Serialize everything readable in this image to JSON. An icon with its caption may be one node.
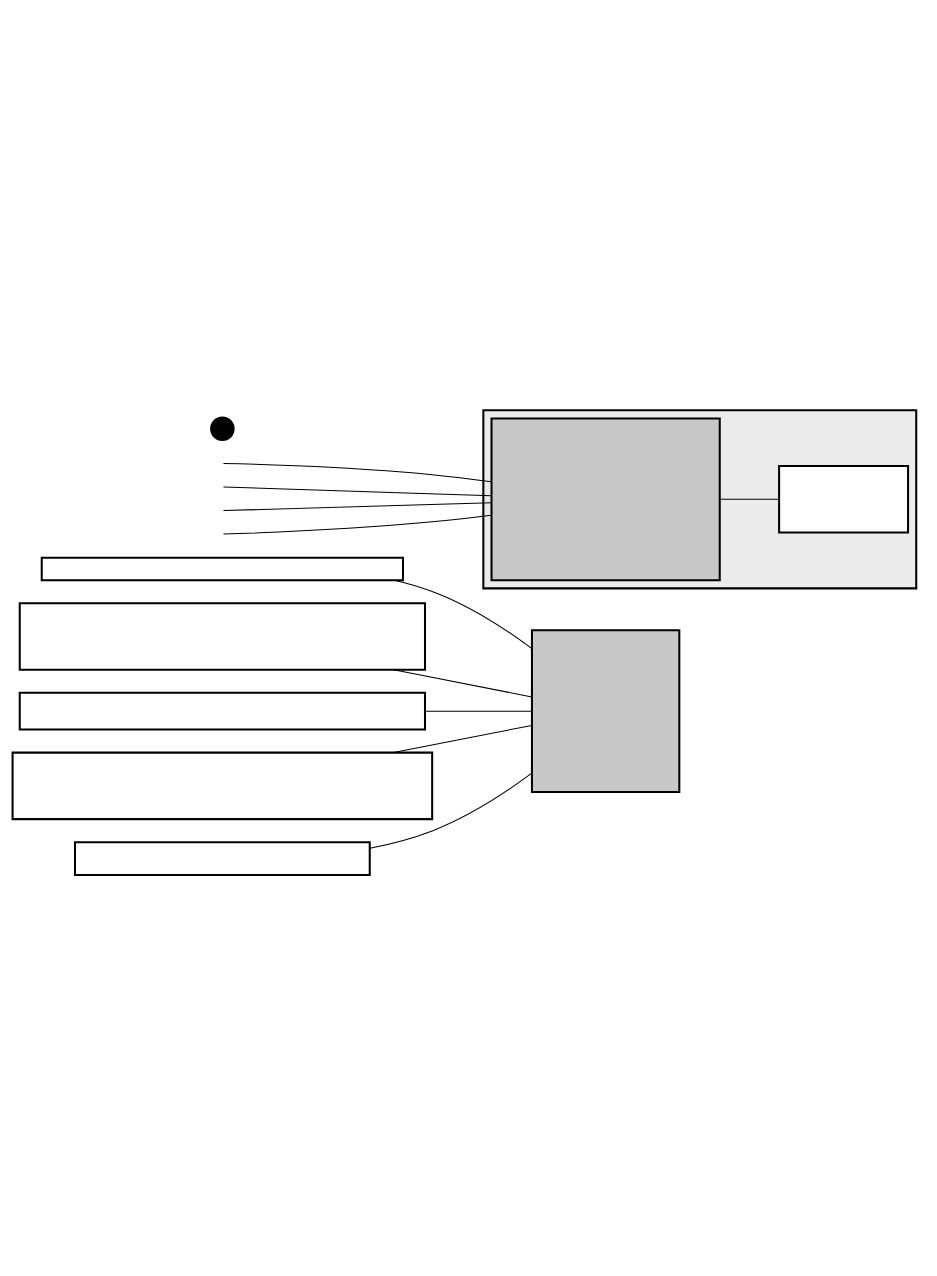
{
  "diagram": {
    "nodes": [
      {
        "text": [],
        "shape": "box"
      },
      {
        "text": [],
        "shape": "box"
      },
      {
        "text": [],
        "shape": "box"
      },
      {
        "text": [],
        "shape": "box"
      },
      {
        "text": [],
        "shape": "box"
      },
      {
        "text": [],
        "shape": "box"
      },
      {
        "text": [],
        "shape": "box"
      },
      {
        "text": [],
        "shape": "box",
        "in": 6
      },
      {
        "text": [],
        "shape": "box",
        "in": 6
      },
      {
        "text": [],
        "shape": "circle"
      }
    ],
    "edges": [
      {
        "from": 1,
        "to": 0,
        "arrow": "none"
      },
      {
        "from": 2,
        "to": 0,
        "arrow": "none"
      },
      {
        "from": 3,
        "to": 0,
        "arrow": "none"
      },
      {
        "from": 4,
        "to": 0,
        "arrow": "none"
      },
      {
        "from": 5,
        "to": 0,
        "arrow": "none"
      },
      {
        "from": null,
        "to": 7,
        "arrow": "none"
      },
      {
        "from": null,
        "to": 7,
        "arrow": "none"
      },
      {
        "from": null,
        "to": 7,
        "arrow": "none"
      },
      {
        "from": 7,
        "to": 8,
        "arrow": "none"
      },
      {
        "from": null,
        "to": 7,
        "arrow": "none"
      }
    ]
  }
}
